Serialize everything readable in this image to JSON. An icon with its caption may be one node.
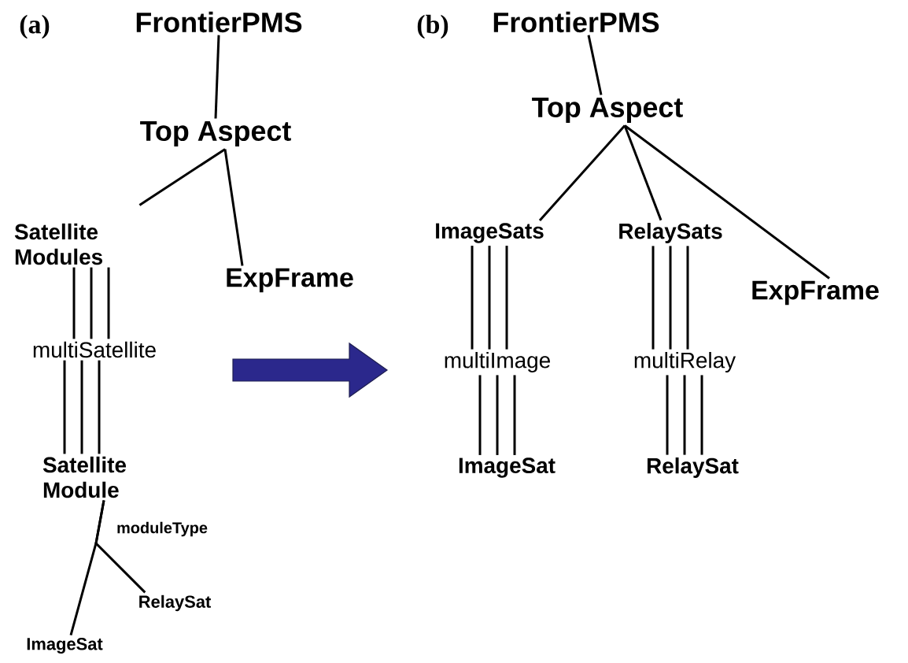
{
  "diagram": {
    "nodes": [
      {
        "text": [
          "FrontierPMS"
        ]
      },
      {
        "text": [
          "Top Aspect"
        ]
      },
      {
        "text": [
          "Satellite Modules"
        ]
      },
      {
        "text": [
          "ExpFrame"
        ]
      },
      {
        "text": [
          "multiSatellite"
        ]
      },
      {
        "text": [
          "Satellite Module"
        ]
      },
      {
        "text": [
          "RelaySat"
        ]
      },
      {
        "text": [
          "ImageSat"
        ]
      },
      {
        "text": [
          "FrontierPMS"
        ]
      },
      {
        "text": [
          "Top Aspect"
        ]
      },
      {
        "text": [
          "ImageSats"
        ]
      },
      {
        "text": [
          "RelaySats"
        ]
      },
      {
        "text": [
          "ExpFrame"
        ]
      },
      {
        "text": [
          "multiImage"
        ]
      },
      {
        "text": [
          "multiRelay"
        ]
      },
      {
        "text": [
          "ImageSat"
        ]
      },
      {
        "text": [
          "RelaySat"
        ]
      }
    ],
    "edges": [
      {
        "from": 0,
        "to": 1,
        "arrow": "none"
      },
      {
        "from": 1,
        "to": 2,
        "arrow": "none"
      },
      {
        "from": 1,
        "to": 3,
        "arrow": "none"
      },
      {
        "from": 2,
        "to": 4,
        "arrow": "none"
      },
      {
        "from": 4,
        "to": 5,
        "arrow": "none"
      },
      {
        "from": 5,
        "to": 6,
        "arrow": "none"
      },
      {
        "from": 5,
        "to": 7,
        "arrow": "none"
      },
      {
        "from": 8,
        "to": 9,
        "arrow": "none"
      },
      {
        "from": 9,
        "to": 10,
        "arrow": "none"
      },
      {
        "from": 9,
        "to": 11,
        "arrow": "none"
      },
      {
        "from": 9,
        "to": 12,
        "arrow": "none"
      },
      {
        "from": 10,
        "to": 13,
        "arrow": "none"
      },
      {
        "from": 13,
        "to": 15,
        "arrow": "none"
      },
      {
        "from": 11,
        "to": 14,
        "arrow": "none"
      },
      {
        "from": 14,
        "to": 16,
        "arrow": "none"
      }
    ],
    "labels": [
      "(a)",
      "moduleType",
      "(b)"
    ]
  }
}
